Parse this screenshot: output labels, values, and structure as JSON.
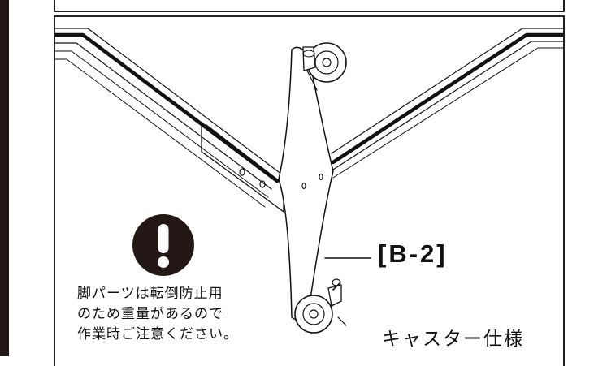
{
  "warning": {
    "icon": "exclamation-circle-icon",
    "lines": [
      "脚パーツは転倒防止用",
      "のため重量があるので",
      "作業時ご注意ください。"
    ]
  },
  "part_label": "[B-2]",
  "caption": "キャスター仕様",
  "colors": {
    "ink": "#111111",
    "dark_bar": "#231815",
    "background": "#ffffff"
  }
}
